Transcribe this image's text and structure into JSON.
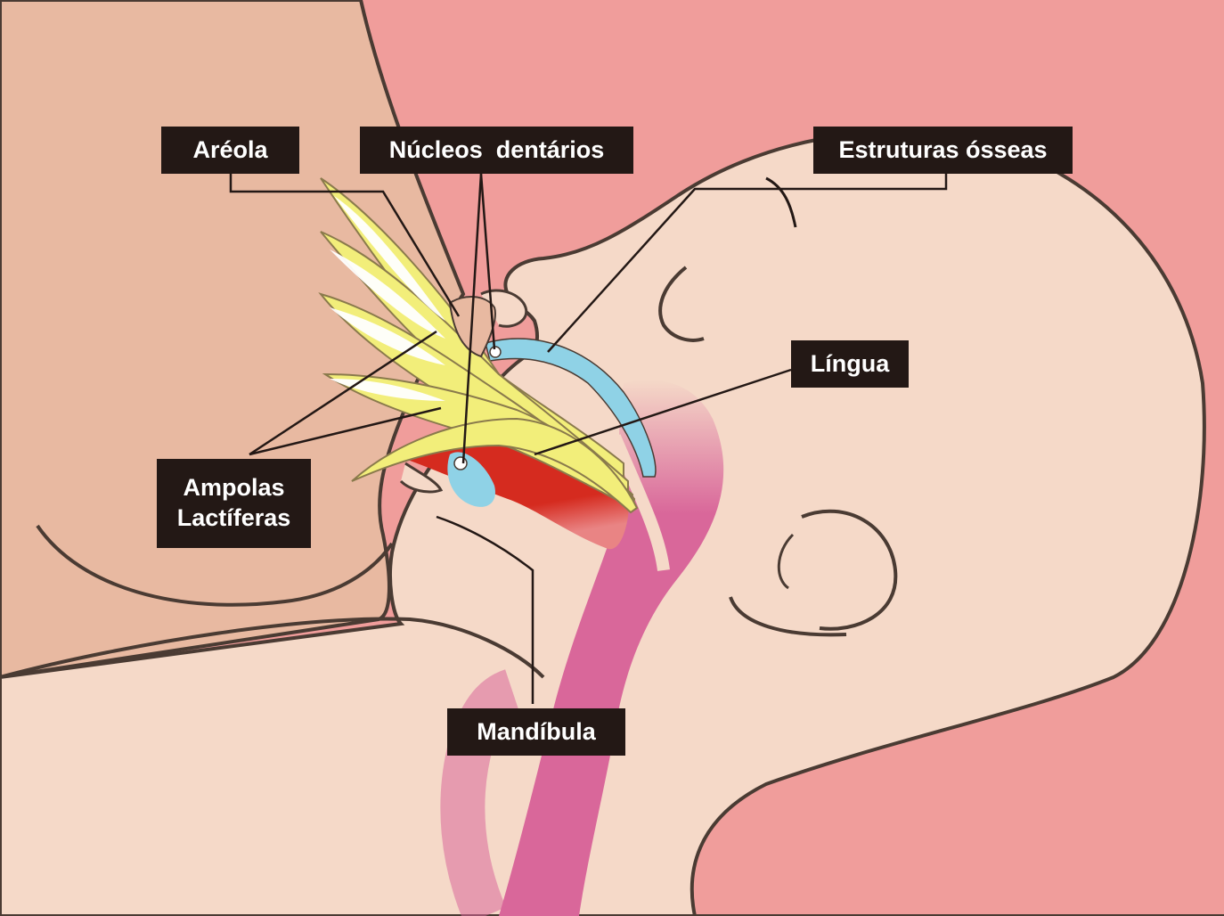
{
  "labels": {
    "areola": "Aréola",
    "nucleos_dentarios": "Núcleos  dentários",
    "estruturas_osseas": "Estruturas ósseas",
    "lingua": "Língua",
    "ampolas_line1": "Ampolas",
    "ampolas_line2": "Lactíferas",
    "mandibula": "Mandíbula"
  },
  "colors": {
    "background": "#f09d9b",
    "mother_skin": "#e8b9a1",
    "baby_skin": "#f5d9c8",
    "outline": "#4a3b33",
    "ducts": "#f2ee7a",
    "duct_outline": "#8a7a4c",
    "tongue": "#d52b1f",
    "tooth_buds": "#8fd2e6",
    "airway": "#d9679a",
    "label_bg": "#231815",
    "label_text": "#ffffff"
  }
}
